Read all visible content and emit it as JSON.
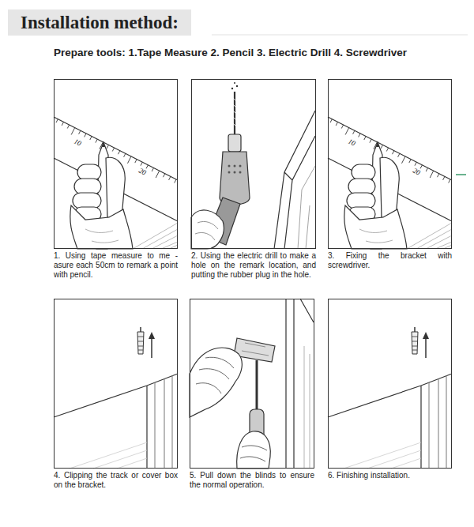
{
  "diagram": {
    "title": "Installation method:",
    "nodes": [
      {
        "text": [
          "1. Using tape measure to me -asure each 50cm to remark a point with pencil."
        ]
      },
      {
        "text": [
          "2. Using the electric drill to make a hole on the remark location, and putting the rubber plug in the hole."
        ]
      },
      {
        "text": [
          "3. Fixing the bracket with screwdriver."
        ]
      },
      {
        "text": [
          "4. Clipping the track or cover box on the bracket."
        ]
      },
      {
        "text": [
          "5. Pull down the blinds to ensure the normal operation."
        ]
      },
      {
        "text": [
          "6. Finishing installation."
        ]
      }
    ],
    "labels": [
      "Prepare tools: 1.Tape Measure 2. Pencil 3. Electric Drill 4. Screwdriver",
      "10",
      "20",
      "10",
      "20"
    ]
  }
}
